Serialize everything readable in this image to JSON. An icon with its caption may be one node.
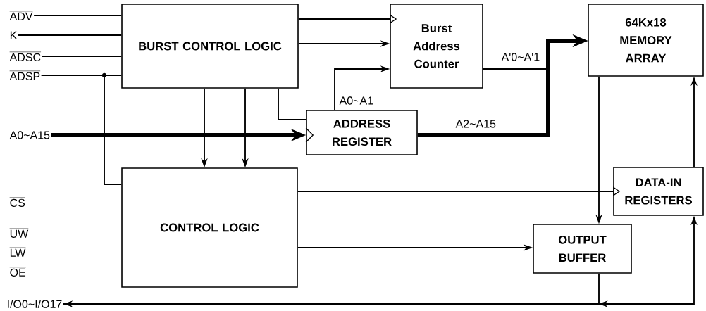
{
  "diagram": {
    "nodes": [
      {
        "text": [
          "ADV"
        ]
      },
      {
        "text": [
          "K"
        ]
      },
      {
        "text": [
          "ADSC"
        ]
      },
      {
        "text": [
          "ADSP"
        ]
      },
      {
        "text": [
          "A0~A15"
        ]
      },
      {
        "text": [
          "CS"
        ]
      },
      {
        "text": [
          "UW"
        ]
      },
      {
        "text": [
          "LW"
        ]
      },
      {
        "text": [
          "OE"
        ]
      },
      {
        "text": [
          "I/O0~I/O17"
        ]
      },
      {
        "text": [
          "BURST CONTROL LOGIC"
        ]
      },
      {
        "text": [
          "Burst Address Counter"
        ]
      },
      {
        "text": [
          "64Kx18 MEMORY ARRAY"
        ]
      },
      {
        "text": [
          "ADDRESS REGISTER"
        ]
      },
      {
        "text": [
          "CONTROL LOGIC"
        ]
      },
      {
        "text": [
          "DATA-IN REGISTERS"
        ]
      },
      {
        "text": [
          "OUTPUT BUFFER"
        ]
      }
    ],
    "edges": [
      {
        "from": 0,
        "to": 10,
        "arrow": "none"
      },
      {
        "from": 1,
        "to": 10,
        "arrow": "none"
      },
      {
        "from": 2,
        "to": 10,
        "arrow": "none"
      },
      {
        "from": 3,
        "to": 10,
        "arrow": "none"
      },
      {
        "from": 3,
        "to": 14,
        "arrow": "none"
      },
      {
        "from": 10,
        "to": 11,
        "arrow": "to"
      },
      {
        "from": 10,
        "to": 11,
        "arrow": "to"
      },
      {
        "from": 10,
        "to": 13,
        "arrow": "none"
      },
      {
        "from": 10,
        "to": 14,
        "arrow": "to"
      },
      {
        "from": 10,
        "to": 14,
        "arrow": "to"
      },
      {
        "from": 4,
        "to": 13,
        "arrow": "to",
        "style": "thick"
      },
      {
        "from": 13,
        "to": 11,
        "arrow": "to",
        "label": "A0~A1"
      },
      {
        "from": 13,
        "to": 12,
        "arrow": "to",
        "style": "thick",
        "label": "A2~A15"
      },
      {
        "from": 11,
        "to": 12,
        "arrow": "to",
        "label": "A'0~A'1"
      },
      {
        "from": 14,
        "to": 15,
        "arrow": "to"
      },
      {
        "from": 14,
        "to": 16,
        "arrow": "to"
      },
      {
        "from": 12,
        "to": 16,
        "arrow": "to"
      },
      {
        "from": 15,
        "to": 12,
        "arrow": "to"
      },
      {
        "from": 16,
        "to": 9,
        "arrow": "to"
      },
      {
        "from": 9,
        "to": 15,
        "arrow": "to"
      }
    ]
  }
}
